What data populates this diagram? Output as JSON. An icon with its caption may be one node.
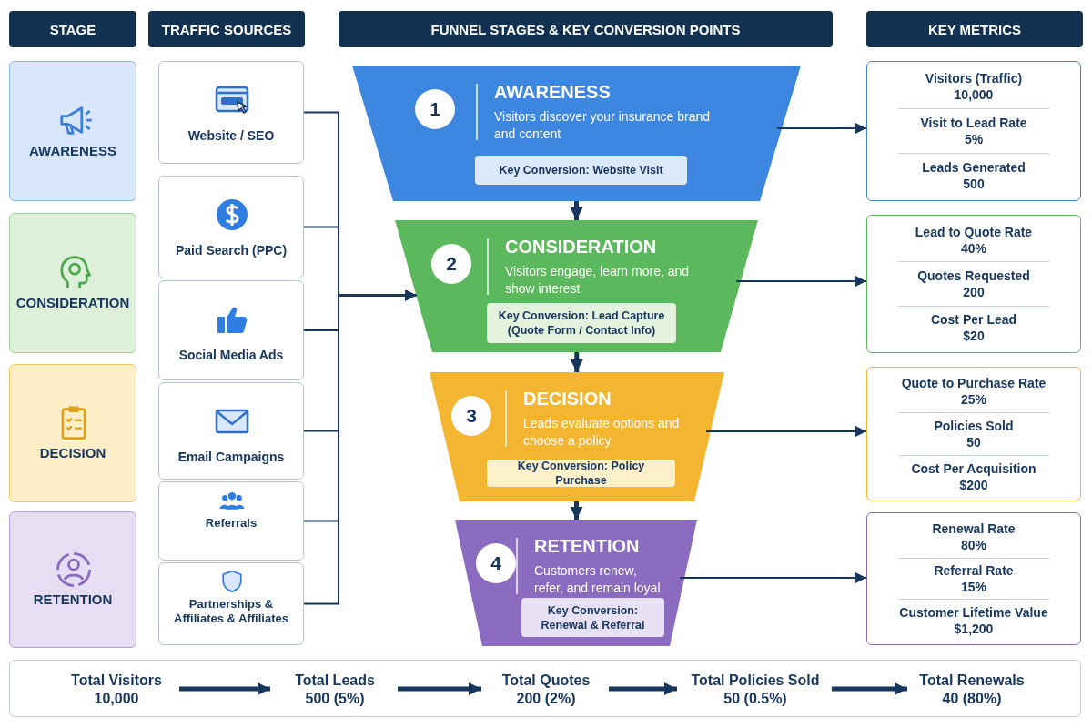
{
  "diagram": {
    "nodes": [
      {
        "text": [
          "STAGE"
        ]
      },
      {
        "text": [
          "TRAFFIC SOURCES"
        ]
      },
      {
        "text": [
          "FUNNEL STAGES & KEY CONVERSION POINTS"
        ]
      },
      {
        "text": [
          "KEY METRICS"
        ]
      },
      {
        "text": [
          "AWARENESS"
        ]
      },
      {
        "text": [
          "CONSIDERATION"
        ]
      },
      {
        "text": [
          "DECISION"
        ]
      },
      {
        "text": [
          "RETENTION"
        ]
      },
      {
        "text": [
          "Website / SEO"
        ]
      },
      {
        "text": [
          "Paid Search (PPC)"
        ]
      },
      {
        "text": [
          "Social Media Ads"
        ]
      },
      {
        "text": [
          "Email Campaigns"
        ]
      },
      {
        "text": [
          "Referrals"
        ]
      },
      {
        "text": [
          "Partnerships & Affiliates & Affiliates"
        ]
      },
      {
        "text": [
          "1",
          "AWARENESS",
          "Visitors discover your insurance brand and content"
        ]
      },
      {
        "text": [
          "Key Conversion: Website Visit"
        ],
        "in": 14
      },
      {
        "text": [
          "2",
          "CONSIDERATION",
          "Visitors engage, learn more, and show interest"
        ]
      },
      {
        "text": [
          "Key Conversion: Lead Capture (Quote Form / Contact Info)"
        ],
        "in": 16
      },
      {
        "text": [
          "3",
          "DECISION",
          "Leads evaluate options and choose a policy"
        ]
      },
      {
        "text": [
          "Key Conversion: Policy Purchase"
        ],
        "in": 18
      },
      {
        "text": [
          "4",
          "RETENTION",
          "Customers renew, refer, and remain loyal"
        ]
      },
      {
        "text": [
          "Key Conversion: Renewal & Referral"
        ],
        "in": 20
      },
      {
        "text": [
          "Visitors (Traffic)",
          "10,000",
          "Visit to Lead Rate",
          "5%",
          "Leads Generated",
          "500"
        ]
      },
      {
        "text": [
          "Lead to Quote Rate",
          "40%",
          "Quotes Requested",
          "200",
          "Cost Per Lead",
          "$20"
        ]
      },
      {
        "text": [
          "Quote to Purchase Rate",
          "25%",
          "Policies Sold",
          "50",
          "Cost Per Acquisition",
          "$200"
        ]
      },
      {
        "text": [
          "Renewal Rate",
          "80%",
          "Referral Rate",
          "15%",
          "Customer Lifetime Value",
          "$1,200"
        ]
      },
      {
        "text": [],
        "shape": "box"
      },
      {
        "text": [
          "Total Visitors",
          "10,000"
        ],
        "in": 26
      },
      {
        "text": [
          "Total Leads",
          "500 (5%)"
        ],
        "in": 26
      },
      {
        "text": [
          "Total Quotes",
          "200 (2%)"
        ],
        "in": 26
      },
      {
        "text": [
          "Total Policies Sold",
          "50 (0.5%)"
        ],
        "in": 26
      },
      {
        "text": [
          "Total Renewals",
          "40 (80%)"
        ],
        "in": 26
      }
    ],
    "edges": [
      {
        "from": 8,
        "to": 16,
        "arrow": "to"
      },
      {
        "from": 9,
        "to": 16,
        "arrow": "to"
      },
      {
        "from": 10,
        "to": 16,
        "arrow": "to"
      },
      {
        "from": 11,
        "to": 16,
        "arrow": "to"
      },
      {
        "from": 12,
        "to": 16,
        "arrow": "to"
      },
      {
        "from": 13,
        "to": 16,
        "arrow": "to"
      },
      {
        "from": 14,
        "to": 16,
        "arrow": "to",
        "style": "thick"
      },
      {
        "from": 16,
        "to": 18,
        "arrow": "to",
        "style": "thick"
      },
      {
        "from": 18,
        "to": 20,
        "arrow": "to",
        "style": "thick"
      },
      {
        "from": 14,
        "to": 22,
        "arrow": "to"
      },
      {
        "from": 16,
        "to": 23,
        "arrow": "to"
      },
      {
        "from": 18,
        "to": 24,
        "arrow": "to"
      },
      {
        "from": 20,
        "to": 25,
        "arrow": "to"
      },
      {
        "from": 27,
        "to": 28,
        "arrow": "to",
        "style": "thick"
      },
      {
        "from": 28,
        "to": 29,
        "arrow": "to",
        "style": "thick"
      },
      {
        "from": 29,
        "to": 30,
        "arrow": "to",
        "style": "thick"
      },
      {
        "from": 30,
        "to": 31,
        "arrow": "to",
        "style": "thick"
      }
    ]
  }
}
